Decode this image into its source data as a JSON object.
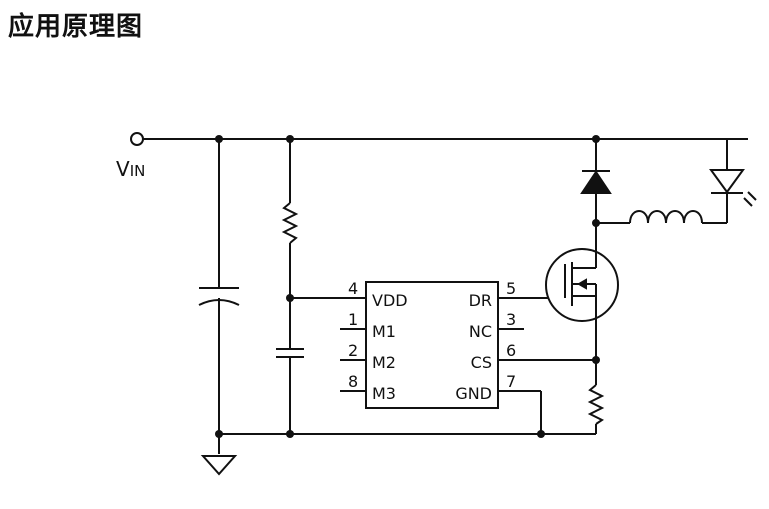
{
  "title": "应用原理图",
  "colors": {
    "line": "#111111",
    "background": "#ffffff"
  },
  "supply": {
    "label_main": "V",
    "label_sub": "IN"
  },
  "ic": {
    "left_pins": [
      {
        "num": "4",
        "name": "VDD"
      },
      {
        "num": "1",
        "name": "M1"
      },
      {
        "num": "2",
        "name": "M2"
      },
      {
        "num": "8",
        "name": "M3"
      }
    ],
    "right_pins": [
      {
        "num": "5",
        "name": "DR"
      },
      {
        "num": "3",
        "name": "NC"
      },
      {
        "num": "6",
        "name": "CS"
      },
      {
        "num": "7",
        "name": "GND"
      }
    ]
  },
  "components": {
    "input_node": "terminal-circle-icon",
    "bulk_capacitor": "polarized-capacitor-icon",
    "vdd_capacitor": "capacitor-icon",
    "startup_resistor": "resistor-icon",
    "sense_resistor": "resistor-icon",
    "diode": "diode-icon",
    "inductor": "inductor-icon",
    "led": "led-icon",
    "mosfet": "n-mosfet-icon",
    "ground": "ground-icon"
  }
}
